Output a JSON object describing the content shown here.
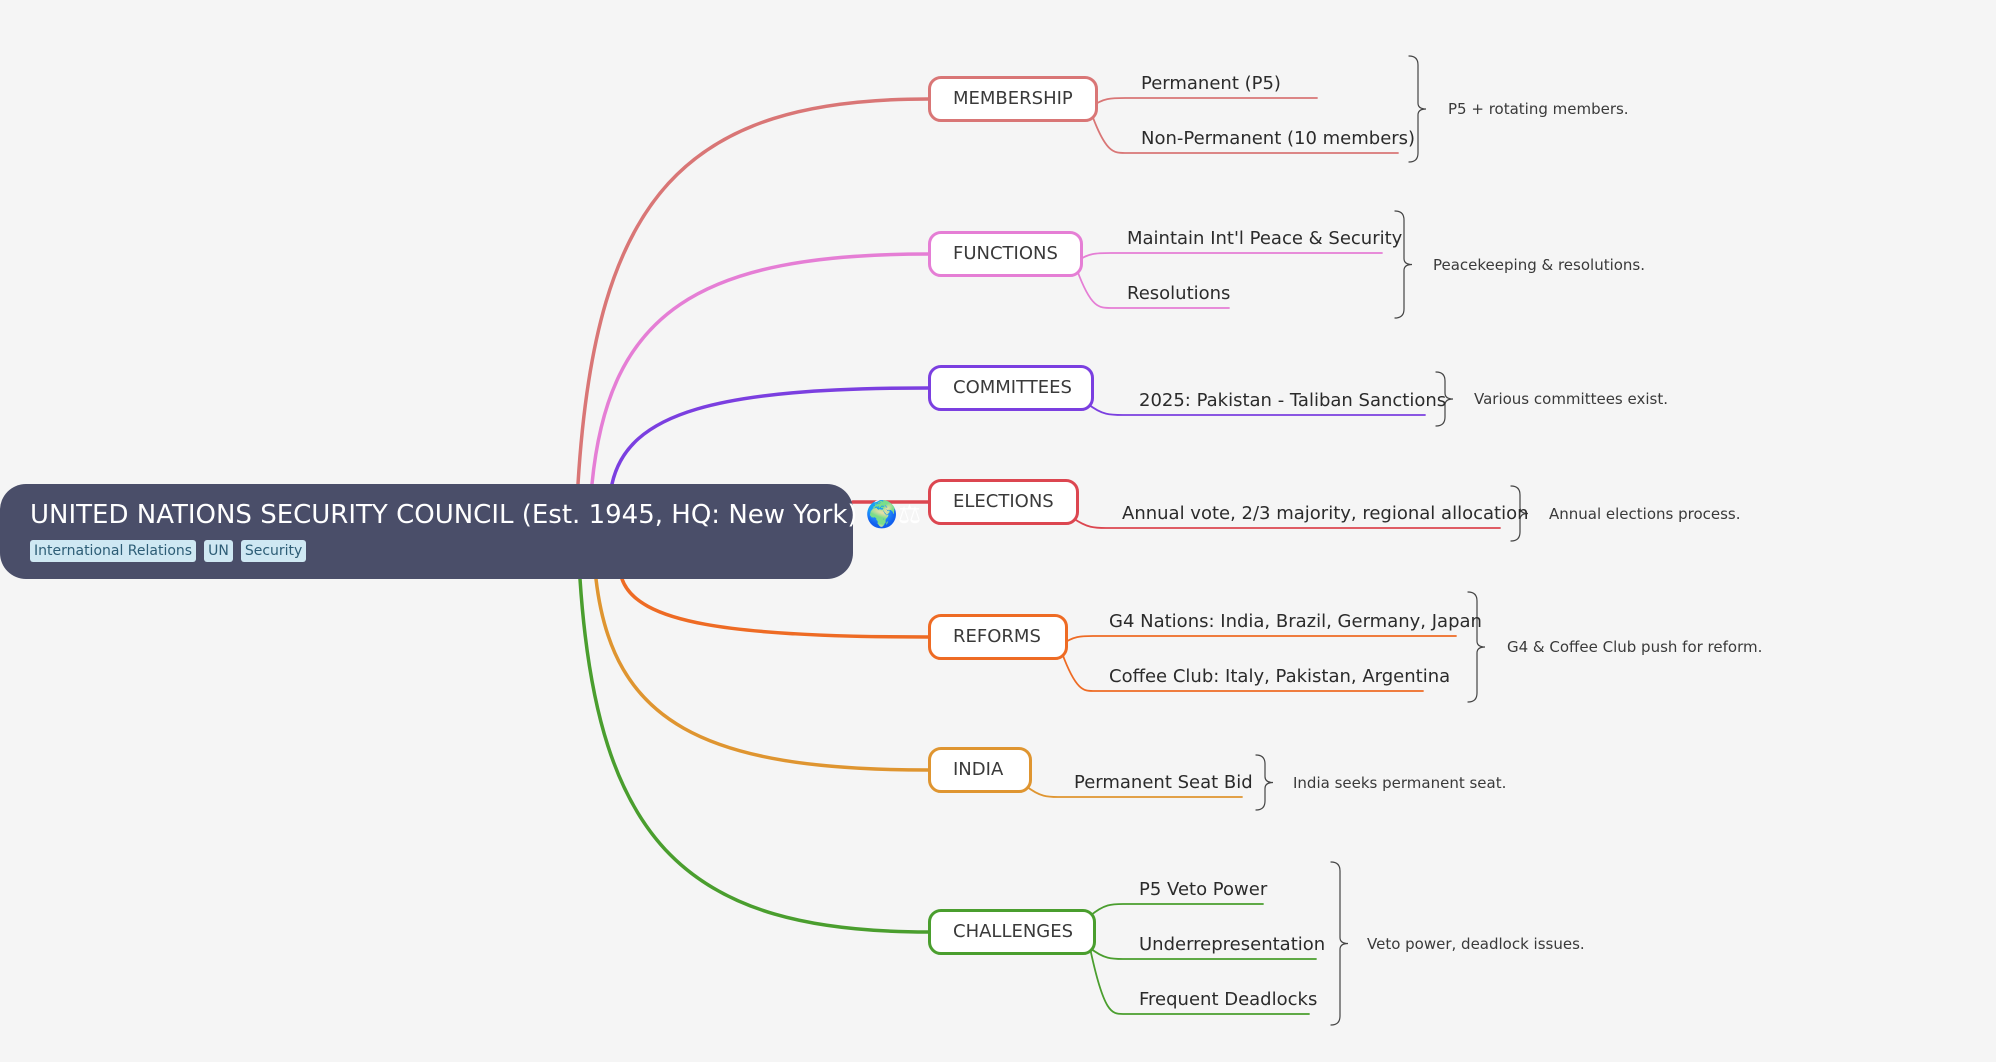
{
  "root": {
    "title": "UNITED NATIONS SECURITY COUNCIL (Est. 1945, HQ: New York)",
    "icons": "🌍⚖",
    "tags": [
      "International Relations",
      "UN",
      "Security"
    ]
  },
  "branches": [
    {
      "label": "MEMBERSHIP",
      "color": "#d97676",
      "leaves": [
        "Permanent (P5)",
        "Non-Permanent (10 members)"
      ],
      "note": "P5 + rotating members."
    },
    {
      "label": "FUNCTIONS",
      "color": "#e57ed5",
      "leaves": [
        "Maintain Int'l Peace & Security",
        "Resolutions"
      ],
      "note": "Peacekeeping & resolutions."
    },
    {
      "label": "COMMITTEES",
      "color": "#7b3fe0",
      "leaves": [
        "2025: Pakistan - Taliban Sanctions"
      ],
      "note": "Various committees exist."
    },
    {
      "label": "ELECTIONS",
      "color": "#dc4650",
      "leaves": [
        "Annual vote, 2/3 majority, regional allocation"
      ],
      "note": "Annual elections process."
    },
    {
      "label": "REFORMS",
      "color": "#ee6b24",
      "leaves": [
        "G4 Nations: India, Brazil, Germany, Japan",
        "Coffee Club: Italy, Pakistan, Argentina"
      ],
      "note": "G4 & Coffee Club push for reform."
    },
    {
      "label": "INDIA",
      "color": "#df9530",
      "leaves": [
        "Permanent Seat Bid"
      ],
      "note": "India seeks permanent seat."
    },
    {
      "label": "CHALLENGES",
      "color": "#4a9e2e",
      "leaves": [
        "P5 Veto Power",
        "Underrepresentation",
        "Frequent Deadlocks"
      ],
      "note": "Veto power, deadlock issues."
    }
  ]
}
